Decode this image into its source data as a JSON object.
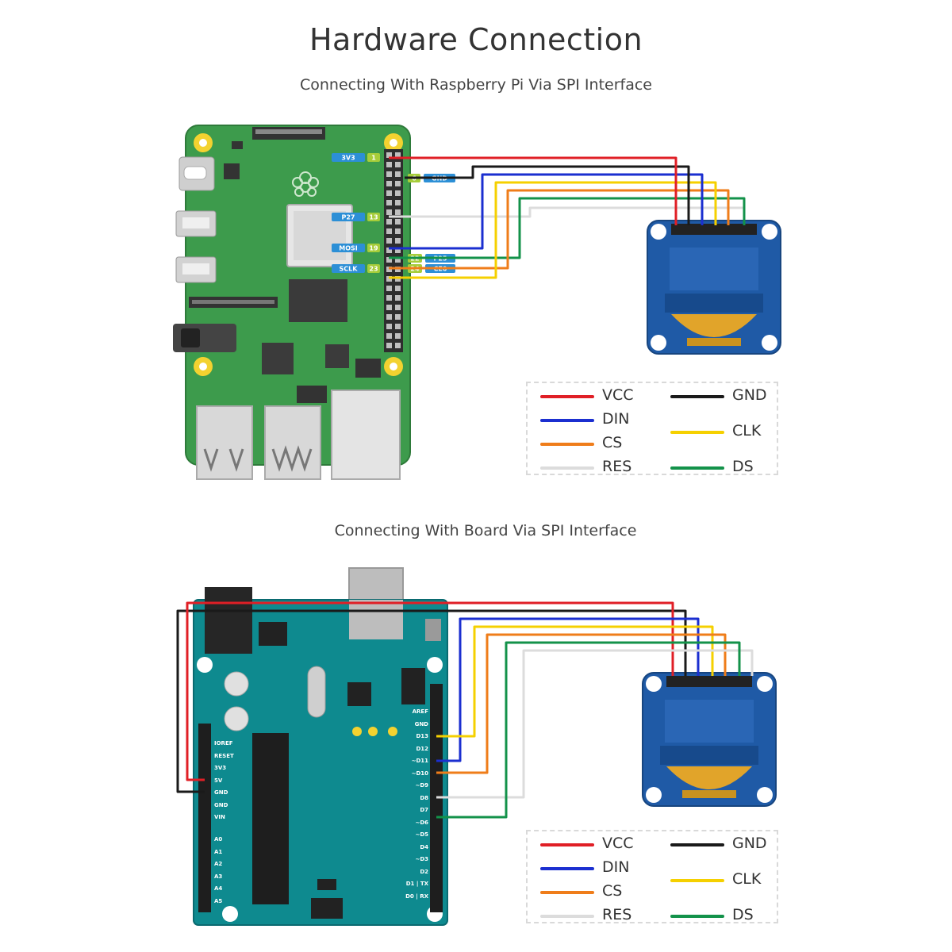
{
  "title": "Hardware Connection",
  "section_pi": {
    "subtitle": "Connecting With Raspberry Pi Via SPI Interface",
    "pin_tags": [
      "3V3",
      "1",
      "6",
      "GND",
      "P27",
      "13",
      "MOSI",
      "19",
      "SCLK",
      "23",
      "22",
      "24",
      "P25",
      "CE0"
    ]
  },
  "section_board": {
    "subtitle": "Connecting With Board Via SPI Interface",
    "pins_power": [
      "IOREF",
      "RESET",
      "3V3",
      "5V",
      "GND",
      "GND",
      "VIN"
    ],
    "pins_analog": [
      "A0",
      "A1",
      "A2",
      "A3",
      "A4",
      "A5"
    ],
    "pins_digital": [
      "AREF",
      "GND",
      "D13",
      "D12",
      "~D11",
      "~D10",
      "~D9",
      "D8",
      "D7",
      "~D6",
      "~D5",
      "D4",
      "~D3",
      "D2",
      "D1 | TX",
      "D0 | RX"
    ]
  },
  "legend": [
    {
      "label": "VCC",
      "color": "#e01f26"
    },
    {
      "label": "GND",
      "color": "#1a1a1a"
    },
    {
      "label": "DIN",
      "color": "#1b2fd0"
    },
    {
      "label": "CLK",
      "color": "#f5d000"
    },
    {
      "label": "CS",
      "color": "#ef7d1a"
    },
    {
      "label": "RES",
      "color": "#dcdcdc"
    },
    {
      "label": "DS",
      "color": "#13924a"
    }
  ]
}
